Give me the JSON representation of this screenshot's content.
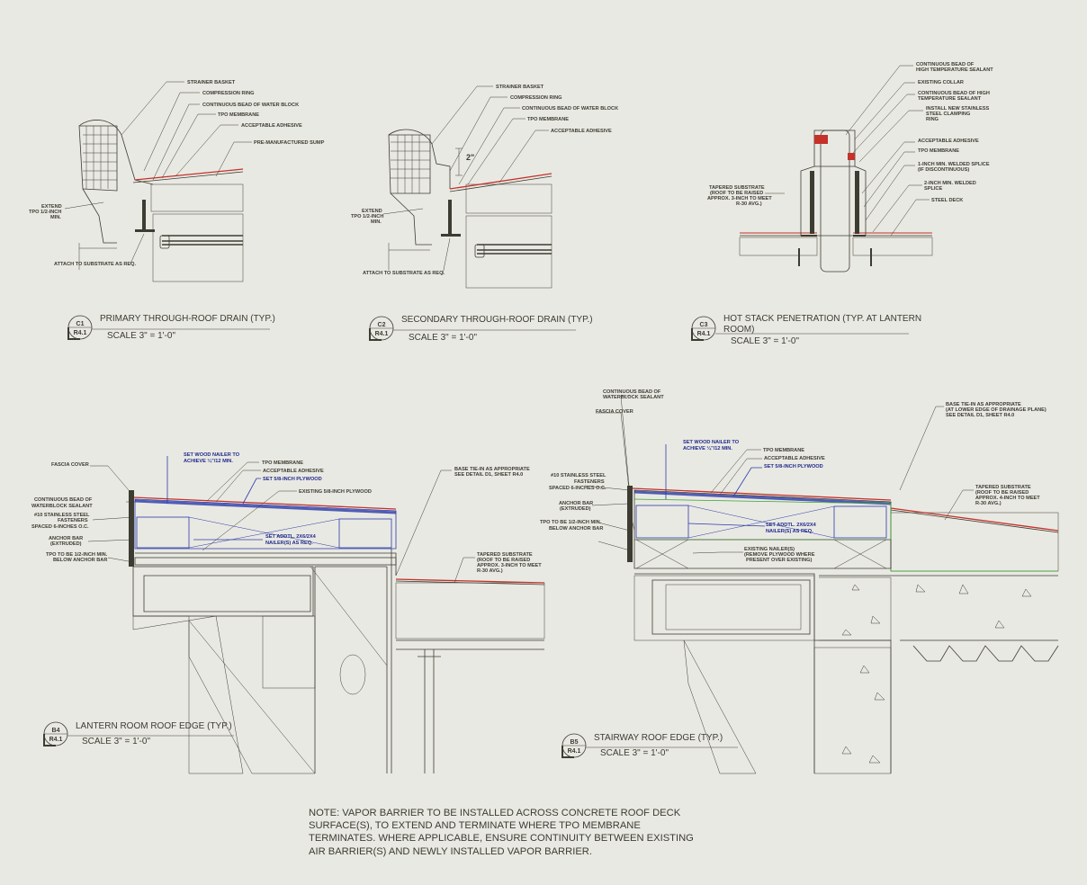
{
  "details": {
    "c1": {
      "number": "C1",
      "sheet": "R4.1",
      "title": "PRIMARY THROUGH-ROOF DRAIN (TYP.)",
      "scale": "SCALE 3\" = 1'-0\"",
      "labels": {
        "strainer": "STRAINER BASKET",
        "compression": "COMPRESSION RING",
        "waterblock": "CONTINUOUS BEAD OF WATER BLOCK",
        "tpo": "TPO MEMBRANE",
        "adhesive": "ACCEPTABLE ADHESIVE",
        "sump": "PRE-MANUFACTURED SUMP",
        "extend1": "EXTEND",
        "extend2": "TPO 1/2-INCH",
        "extend3": "MIN.",
        "attach": "ATTACH TO SUBSTRATE AS REQ."
      }
    },
    "c2": {
      "number": "C2",
      "sheet": "R4.1",
      "title": "SECONDARY THROUGH-ROOF DRAIN (TYP.)",
      "scale": "SCALE 3\" = 1'-0\"",
      "dimension": "2\"",
      "labels": {
        "strainer": "STRAINER BASKET",
        "compression": "COMPRESSION RING",
        "waterblock": "CONTINUOUS BEAD OF WATER BLOCK",
        "tpo": "TPO MEMBRANE",
        "adhesive": "ACCEPTABLE ADHESIVE",
        "extend1": "EXTEND",
        "extend2": "TPO 1/2-INCH",
        "extend3": "MIN.",
        "attach": "ATTACH TO SUBSTRATE AS REQ."
      }
    },
    "c3": {
      "number": "C3",
      "sheet": "R4.1",
      "title1": "HOT STACK PENETRATION (TYP. AT LANTERN",
      "title2": "ROOM)",
      "scale": "SCALE 3\" = 1'-0\"",
      "labels": {
        "bead1a": "CONTINUOUS BEAD OF",
        "bead1b": "HIGH TEMPERATURE SEALANT",
        "collar": "EXISTING COLLAR",
        "bead2a": "CONTINUOUS BEAD OF HIGH",
        "bead2b": "TEMPERATURE SEALANT",
        "ringa": "INSTALL NEW STAINLESS",
        "ringb": "STEEL CLAMPING",
        "ringc": "RING",
        "adhesive": "ACCEPTABLE ADHESIVE",
        "tpo": "TPO MEMBRANE",
        "splice1a": "1-INCH MIN. WELDED SPLICE",
        "splice1b": "(IF DISCONTINUOUS)",
        "splice2a": "2-INCH MIN. WELDED",
        "splice2b": "SPLICE",
        "deck": "STEEL DECK",
        "tapa": "TAPERED SUBSTRATE",
        "tapb": "(ROOF TO BE RAISED",
        "tapc": "APPROX. 3-INCH TO MEET",
        "tapd": "R-30 AVG.)"
      }
    },
    "b4": {
      "number": "B4",
      "sheet": "R4.1",
      "title": "LANTERN ROOM ROOF EDGE (TYP.)",
      "scale": "SCALE 3\" = 1'-0\"",
      "labels": {
        "fascia": "FASCIA COVER",
        "nailera": "SET WOOD NAILER TO",
        "nailerb": "ACHIEVE ¼\"/12 MIN.",
        "tpo": "TPO MEMBRANE",
        "adhesive": "ACCEPTABLE ADHESIVE",
        "plywood": "SET 5/8-INCH PLYWOOD",
        "existply": "EXISTING 5/8-INCH PLYWOOD",
        "beada": "CONTINUOUS BEAD OF",
        "beadb": "WATERBLOCK SEALANT",
        "fasta": "#10 STAINLESS STEEL",
        "fastb": "FASTENERS",
        "fastc": "SPACED 6-INCHES O.C.",
        "anchora": "ANCHOR BAR",
        "anchorb": "(EXTRUDED)",
        "tpoa": "TPO TO BE 1/2-INCH MIN.",
        "tpob": "BELOW ANCHOR BAR",
        "addla": "SET ADDTL. 2X6/2X4",
        "addlb": "NAILER(S) AS REQ.",
        "tiea": "BASE TIE-IN AS APPROPRIATE",
        "tieb": "SEE DETAIL D1, SHEET R4.0",
        "tapa": "TAPERED SUBSTRATE",
        "tapb": "(ROOF TO BE RAISED",
        "tapc": "APPROX. 3-INCH TO MEET",
        "tapd": "R-30 AVG.)"
      }
    },
    "b5": {
      "number": "B5",
      "sheet": "R4.1",
      "title": "STAIRWAY ROOF EDGE (TYP.)",
      "scale": "SCALE 3\" = 1'-0\"",
      "labels": {
        "beada": "CONTINUOUS BEAD OF",
        "beadb": "WATERBLOCK SEALANT",
        "fascia": "FASCIA COVER",
        "nailera": "SET WOOD NAILER TO",
        "nailerb": "ACHIEVE ¼\"/12 MIN.",
        "tpo": "TPO MEMBRANE",
        "adhesive": "ACCEPTABLE ADHESIVE",
        "plywood": "SET 5/8-INCH PLYWOOD",
        "fasta": "#10 STAINLESS STEEL",
        "fastb": "FASTENERS",
        "fastc": "SPACED 6-INCHES O.C.",
        "anchora": "ANCHOR BAR",
        "anchorb": "(EXTRUDED)",
        "tpoa": "TPO TO BE 1/2-INCH MIN.",
        "tpob": "BELOW ANCHOR BAR",
        "addla": "SET ADDTL. 2X6/2X4",
        "addlb": "NAILER(S) AS REQ.",
        "existna": "EXISTING NAILER(S)",
        "existnb": "(REMOVE PLYWOOD WHERE",
        "existnc": "PRESENT OVER EXISTING)",
        "tiea": "BASE TIE-IN AS APPROPRIATE",
        "tieb": "(AT LOWER EDGE OF DRAINAGE PLANE)",
        "tiec": "SEE DETAIL D1, SHEET R4.0",
        "tapa": "TAPERED SUBSTRATE",
        "tapb": "(ROOF TO BE RAISED",
        "tapc": "APPROX. 4-INCH TO MEET",
        "tapd": "R-30 AVG.)"
      }
    }
  },
  "note": "NOTE: VAPOR BARRIER TO BE INSTALLED ACROSS CONCRETE ROOF DECK\nSURFACE(S), TO EXTEND AND TERMINATE WHERE TPO MEMBRANE\nTERMINATES. WHERE APPLICABLE, ENSURE CONTINUITY BETWEEN EXISTING\nAIR BARRIER(S) AND NEWLY INSTALLED VAPOR BARRIER.",
  "colors": {
    "paper": "#e9e9e3",
    "ink": "#3c3c32",
    "membrane": "#c4322a",
    "nailer": "#2b3aa8",
    "substrate": "#3aa332"
  }
}
